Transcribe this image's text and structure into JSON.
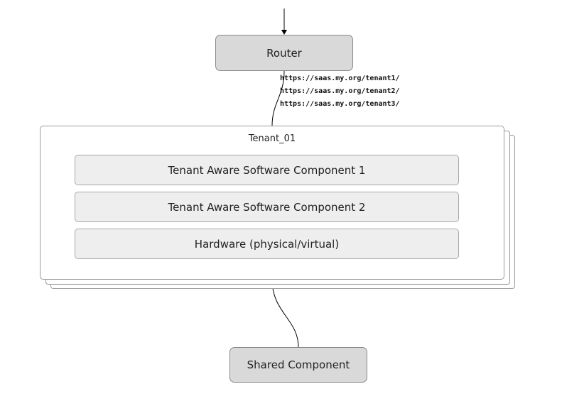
{
  "router": {
    "label": "Router"
  },
  "routes": [
    "https://saas.my.org/tenant1/",
    "https://saas.my.org/tenant2/",
    "https://saas.my.org/tenant3/"
  ],
  "tenant": {
    "label": "Tenant_01",
    "components": [
      "Tenant Aware Software Component 1",
      "Tenant Aware Software Component 2",
      "Hardware (physical/virtual)"
    ]
  },
  "shared": {
    "label": "Shared Component"
  },
  "colors": {
    "node_fill": "#d9d9d9",
    "component_fill": "#eeeeee",
    "border": "#9a9a9a",
    "line": "#000000"
  }
}
